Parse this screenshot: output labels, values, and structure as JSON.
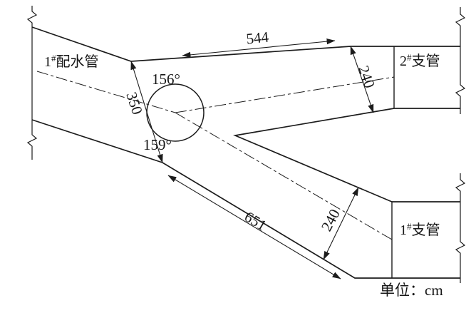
{
  "labels": {
    "main_pipe": {
      "num": "1",
      "sup": "#",
      "name": "配水管"
    },
    "branch_2": {
      "num": "2",
      "sup": "#",
      "name": "支管"
    },
    "branch_1": {
      "num": "1",
      "sup": "#",
      "name": "支管"
    }
  },
  "dimensions": {
    "inlet_diameter": "350",
    "upper_branch_length": "544",
    "upper_branch_diameter": "240",
    "lower_branch_length": "651",
    "lower_branch_diameter": "240"
  },
  "angles": {
    "upper": "156°",
    "lower": "159°"
  },
  "note": {
    "unit": "单位：cm"
  },
  "colors": {
    "line": "#1c1c1c",
    "background": "#ffffff"
  }
}
